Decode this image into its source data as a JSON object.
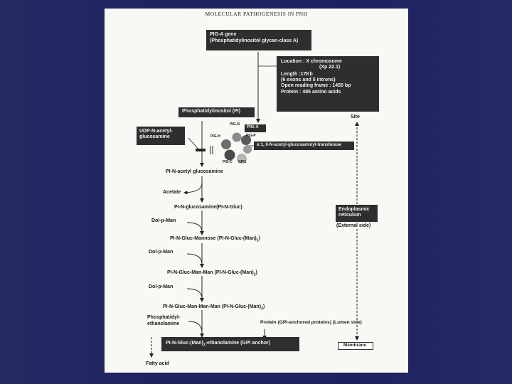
{
  "header": {
    "title": "MOLECULAR PATHOGENESIS IN PNH"
  },
  "pig_a_gene": {
    "line1": "PIG-A gene",
    "line2": "(Phosphatidylinositol glycan-class A)"
  },
  "location_box": {
    "line1": "Location : X chromosome",
    "line2": "(Xp 22.1)",
    "line3": "Length :17Kb",
    "line4": "(6 exons and 5 introns)",
    "line5": "Open reading frame : 1455 bp",
    "line6": "Protein : 486 amino acids"
  },
  "pi_box": "Phosphatidylinositol (PI)",
  "udp_box": {
    "line1": "UDP-N-acetyl-",
    "line2": "glucosamine"
  },
  "complex": {
    "pig_a_box": "PIG-A",
    "labels": {
      "pig_h": "PIG-H",
      "pig_n": "PIG-N",
      "pig_p": "PIG-P",
      "pig_c": "PIG-C",
      "gpi1": "GPI1"
    },
    "enzyme": "α 1, 6-N-acetyl-glucosaminyl-transferase"
  },
  "pathway": {
    "step1": "PI-N-acetyl glucosamine",
    "acetate": "Acetate",
    "step2": "PI-N-glucosamine(PI-N-Gluc)",
    "dol1": "Dol-p-Man",
    "step3_a": "PI-N-Gluc-Mannose (PI-N-Gluc-(Man)",
    "step3_sub": "1",
    "step3_b": ")",
    "dol2": "Dol-p-Man",
    "step4_a": "PI-N-Gluc-Man-Man (PI-N-Gluc-(Man)",
    "step4_sub": "2",
    "step4_b": ")",
    "dol3": "Dol-p-Man",
    "step5_a": "PI-N-Gluc-Man-Man-Man (PI-N-Gluc-(Man)",
    "step5_sub": "3",
    "step5_b": ")",
    "phospho1": "Phosphatidyl-",
    "phospho2": "ethanolamine",
    "gpi_anchor_a": "PI-N-Gluc-(Man)",
    "gpi_anchor_sub": "3",
    "gpi_anchor_b": "-ethanolamine (GPI anchor)",
    "fatty_acid": "Fatty acid"
  },
  "right": {
    "site": "Site",
    "er_line1": "Endoplasmic",
    "er_line2": "reticulum",
    "external": "(External side)",
    "protein": "Protein (GPI-anchored proteins) (Lumen side)",
    "membrane": "Membrane"
  }
}
